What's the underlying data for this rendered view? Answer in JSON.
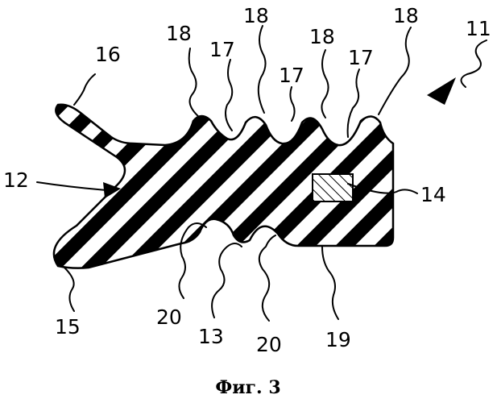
{
  "figure": {
    "caption": "Фиг. 3",
    "reference_numerals": {
      "seal": "11",
      "notch": "12",
      "groove": "13",
      "insert": "14",
      "lower_lip": "15",
      "upper_lip": "16",
      "rib_valley": "17",
      "rib": "18",
      "base_surface": "19",
      "lower_rib": "20"
    },
    "colors": {
      "ink": "#000000",
      "paper": "#ffffff"
    }
  }
}
